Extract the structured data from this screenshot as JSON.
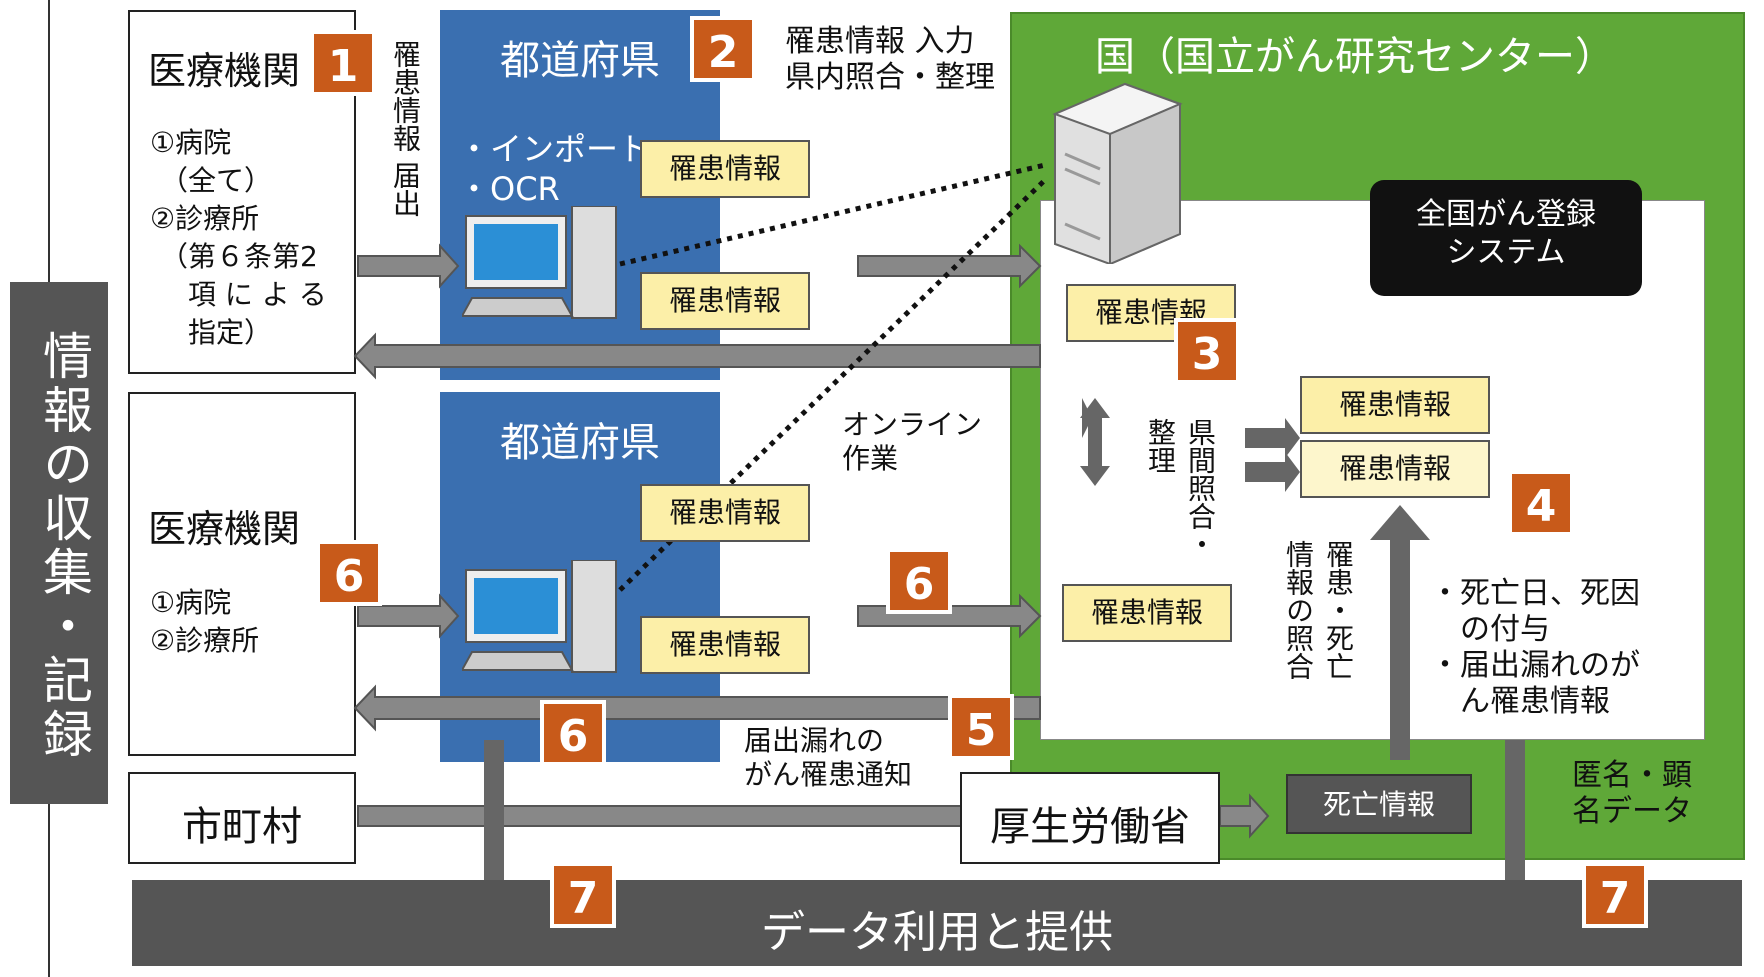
{
  "left_band": {
    "label": "情報の収集・記録"
  },
  "bottom_bar": {
    "label": "データ利用と提供"
  },
  "hospital_top": {
    "title": "医療機関",
    "items": [
      "①病院",
      "（全て）",
      "②診療所",
      "（第６条第2",
      "　項 に よ る",
      "　指定）"
    ]
  },
  "hospital_bottom": {
    "title": "医療機関",
    "items": [
      "①病院",
      "②診療所"
    ]
  },
  "municipality": "市町村",
  "mhlw": "厚生労働省",
  "prefecture_top": {
    "title": "都道府県",
    "methods": [
      "・インポート",
      "・OCR"
    ]
  },
  "prefecture_bottom": {
    "title": "都道府県"
  },
  "national": {
    "title": "国（国立がん研究センター）",
    "system": "全国がん登録\nシステム"
  },
  "notes": {
    "submit": "罹患情報 届出",
    "input": "罹患情報 入力\n県内照合・整理",
    "online": "オンライン\n作業",
    "inter_pref": "県間照合・整理",
    "death_match": "罹患・死亡情報の照合",
    "death_cause": "・死亡日、死因\n　の付与\n・届出漏れのが\n　ん罹患情報",
    "missing_notice": "届出漏れの\nがん罹患通知",
    "anon": "匿名・顕\n名データ"
  },
  "doc_label": "罹患情報",
  "death_doc": "死亡情報",
  "badges": [
    "1",
    "2",
    "3",
    "4",
    "5",
    "6",
    "7"
  ]
}
